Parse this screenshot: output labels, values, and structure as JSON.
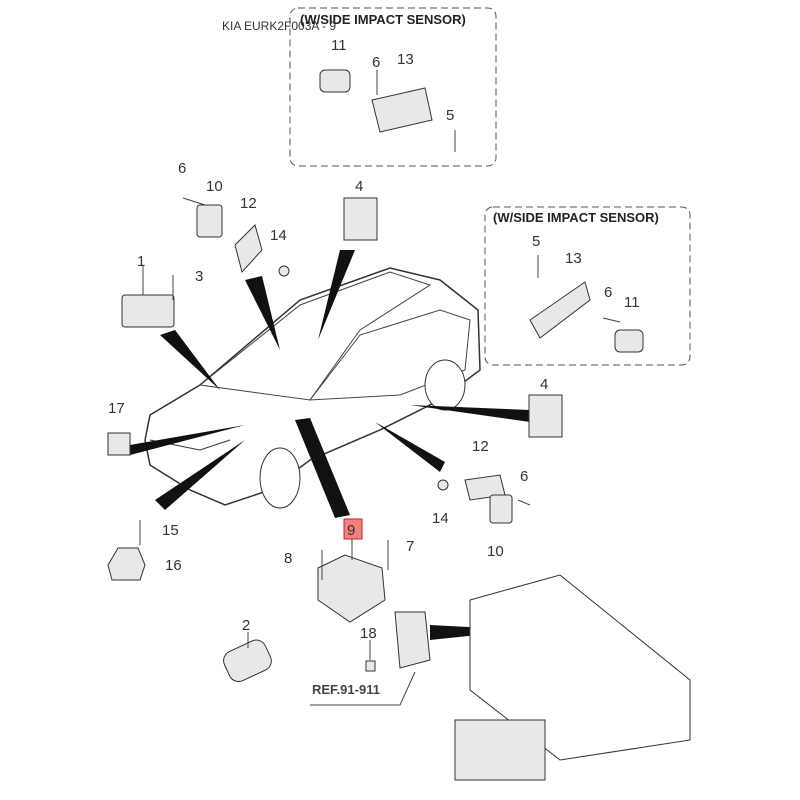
{
  "watermark": "KIA EURK2F003A - 9",
  "inset_boxes": [
    {
      "title": "(W/SIDE IMPACT SENSOR)",
      "labels": [
        "11",
        "6",
        "13",
        "5"
      ]
    },
    {
      "title": "(W/SIDE IMPACT SENSOR)",
      "labels": [
        "5",
        "13",
        "6",
        "11"
      ]
    }
  ],
  "callouts": [
    "1",
    "2",
    "3",
    "4",
    "4",
    "6",
    "6",
    "7",
    "8",
    "9",
    "10",
    "10",
    "12",
    "12",
    "14",
    "14",
    "15",
    "16",
    "17",
    "18"
  ],
  "highlighted_callout": "9",
  "reference_label": "REF.91-911",
  "colors": {
    "highlight_fill": "#f08080",
    "highlight_border": "#d02020",
    "line": "#444444"
  }
}
